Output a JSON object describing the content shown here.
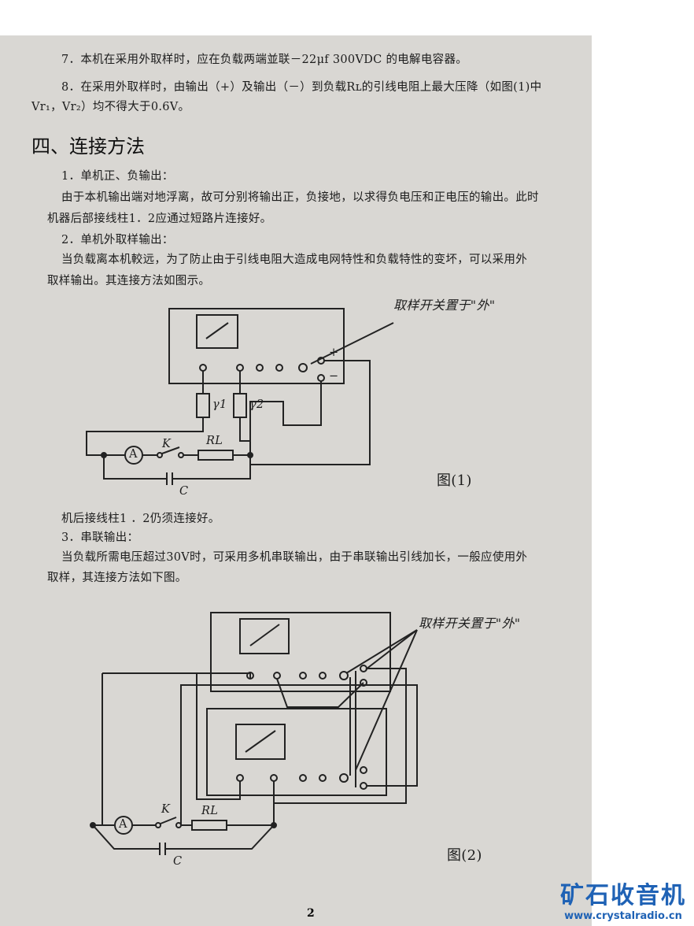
{
  "lines": [
    "7．本机在采用外取样时，应在负载两端並联－22μf 300VDC 的电解电容器。",
    "8．在采用外取样时，由输出（+）及输出（－）到负载Rʟ的引线电阻上最大压降（如图(1)中",
    "Vr₁，Vr₂）均不得大于0.6V。"
  ],
  "section_title": "四、连接方法",
  "sec": [
    "1．单机正、负输出：",
    "由于本机输出端对地浮离，故可分别将输出正，负接地，以求得负电压和正电压的输出。此时",
    "机器后部接线柱1．2应通过短路片连接好。",
    "2．单机外取样输出：",
    "当负载离本机較远，为了防止由于引线电阻大造成电网特性和负载特性的变坏，可以采用外",
    "取样输出。其连接方法如图示。"
  ],
  "after": [
    "机后接线柱1 ．2仍须连接好。",
    "3．串联输出：",
    "当负载所需电压超过30V时，可采用多机串联输出，由于串联输出引线加长，一般应使用外",
    "取样，其连接方法如下图。"
  ],
  "fig1": {
    "note": "取样开关置于\"外\"",
    "r1": "γ1",
    "r2": "γ2",
    "rl": "RL",
    "k": "K",
    "a": "A",
    "c": "C",
    "plus": "+",
    "minus": "−",
    "caption": "图(1)"
  },
  "fig2": {
    "note": "取样开关置于\"外\"",
    "rl": "RL",
    "k": "K",
    "a": "A",
    "c": "C",
    "caption": "图(2)"
  },
  "page_number": "2",
  "watermark": {
    "title": "矿石收音机",
    "url": "www.crystalradio.cn"
  }
}
